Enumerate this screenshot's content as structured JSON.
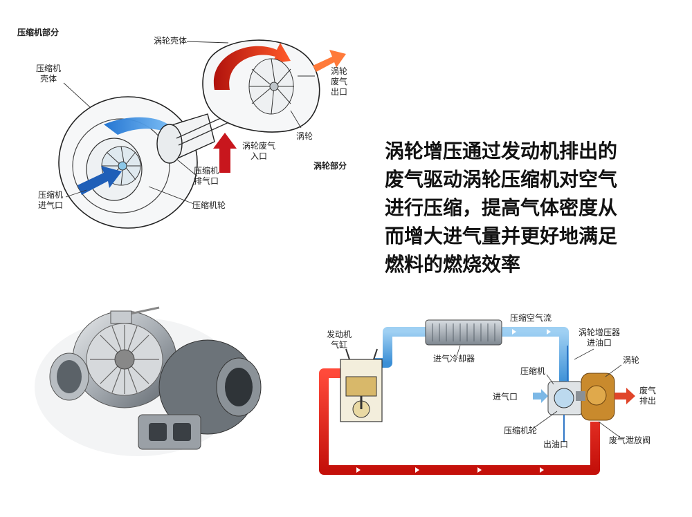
{
  "top_diagram": {
    "section_compressor": "压缩机部分",
    "section_turbine": "涡轮部分",
    "compressor_housing": "压缩机\n壳体",
    "turbine_housing": "涡轮壳体",
    "turbine_exhaust_outlet": "涡轮\n废气\n出口",
    "turbine_wheel": "涡轮",
    "turbine_exhaust_inlet": "涡轮废气\n入口",
    "compressor_discharge": "压缩机\n排气口",
    "compressor_inlet": "压缩机\n进气口",
    "compressor_wheel": "压缩机轮"
  },
  "headline": "涡轮增压通过发动机排出的\n废气驱动涡轮压缩机对空气\n进行压缩，提高气体密度从\n而增大进气量并更好地满足\n燃料的燃烧效率",
  "bottom_diagram": {
    "engine_cylinder": "发动机\n气缸",
    "compressed_air_flow": "压缩空气流",
    "intercooler": "进气冷却器",
    "turbo_oil_inlet": "涡轮增压器\n进油口",
    "turbine": "涡轮",
    "compressor": "压缩机",
    "air_inlet": "进气口",
    "exhaust_out": "废气\n排出",
    "compressor_wheel": "压缩机轮",
    "oil_outlet": "出油口",
    "wastegate": "废气泄放阀"
  },
  "colors": {
    "exhaust": "#d9261c",
    "air": "#3b8fd6",
    "intake_blue": "#1f5fb8",
    "metal": "#9aa0a6"
  }
}
